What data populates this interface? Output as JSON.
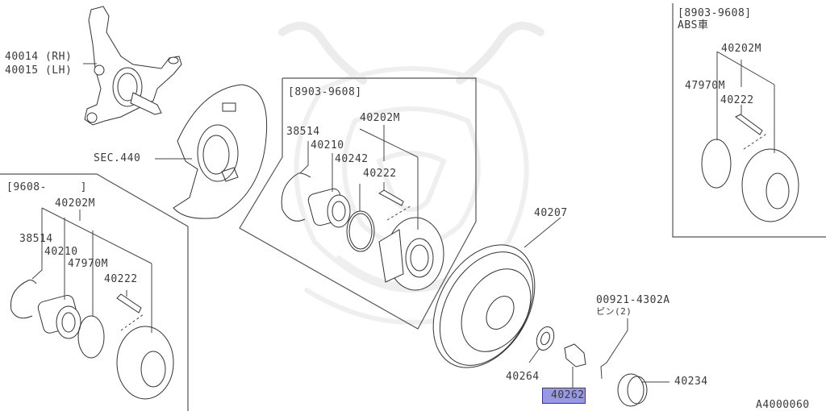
{
  "diagram": {
    "id_code": "A4000060",
    "highlight_color": "#5a5ad0"
  },
  "parts": {
    "knuckle_rh": "40014 (RH)",
    "knuckle_lh": "40015 (LH)",
    "sec440": "SEC.440",
    "rotor": "40207",
    "washer": "40264",
    "nut": "40262",
    "cotter_pin_code": "00921-4302A",
    "cotter_pin_note": "ピン(2)",
    "cap": "40234"
  },
  "boxes": {
    "middle": {
      "date_range": "[8903-9608]",
      "labels": {
        "snap_ring": "38514",
        "bearing": "40210",
        "hub_assy": "40202M",
        "seal": "40242",
        "bolt": "40222"
      }
    },
    "left": {
      "date_range": "[9608-     ]",
      "labels": {
        "hub_assy": "40202M",
        "snap_ring": "38514",
        "bearing": "40210",
        "sensor_rotor": "47970M",
        "bolt": "40222"
      }
    },
    "right": {
      "date_range": "[8903-9608]",
      "note": "ABS車",
      "labels": {
        "hub_assy": "40202M",
        "sensor_rotor": "47970M",
        "bolt": "40222"
      }
    }
  }
}
